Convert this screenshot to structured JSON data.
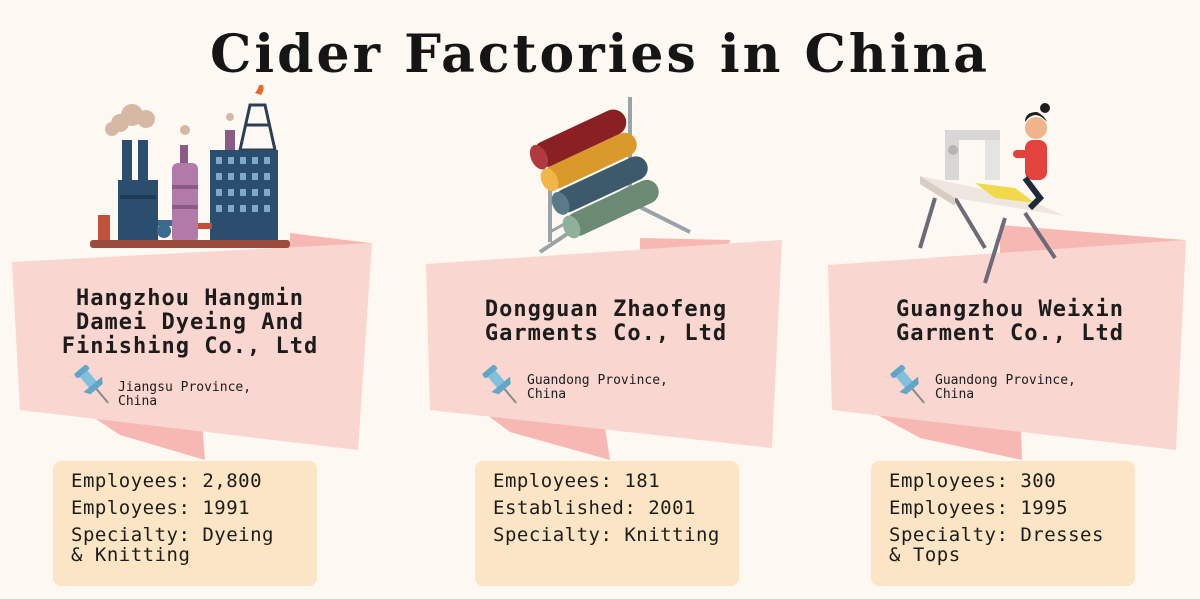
{
  "title": "Cider Factories in China",
  "colors": {
    "background": "#fdf8f1",
    "ribbon": "#f9d6cf",
    "ribbon_fold": "#f7b8b3",
    "info_box": "#fbe5c5"
  },
  "factories": [
    {
      "name_lines": [
        "Hangzhou Hangmin",
        "Damei Dyeing And",
        "Finishing Co., Ltd"
      ],
      "location_lines": [
        "Jiangsu Province,",
        "China"
      ],
      "illustration": "factory-icon",
      "details": [
        "Employees: 2,800",
        "Employees: 1991",
        "Specialty: Dyeing",
        "& Knitting"
      ]
    },
    {
      "name_lines": [
        "Dongguan Zhaofeng",
        "Garments Co., Ltd"
      ],
      "location_lines": [
        "Guandong Province,",
        "China"
      ],
      "illustration": "fabric-rolls-icon",
      "details": [
        "Employees: 181",
        "Established: 2001",
        "Specialty: Knitting"
      ]
    },
    {
      "name_lines": [
        "Guangzhou Weixin",
        "Garment Co., Ltd"
      ],
      "location_lines": [
        "Guandong Province,",
        "China"
      ],
      "illustration": "sewing-worker-icon",
      "details": [
        "Employees: 300",
        "Employees: 1995",
        "Specialty: Dresses",
        "& Tops"
      ]
    }
  ]
}
